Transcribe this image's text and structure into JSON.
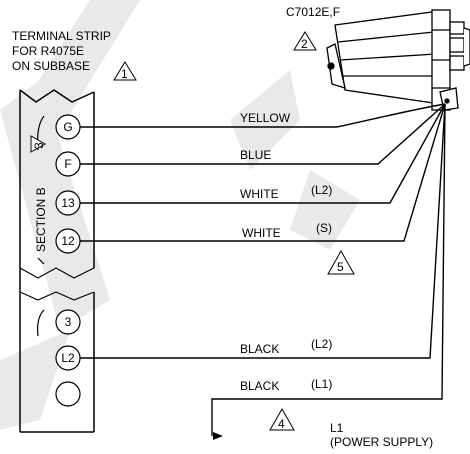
{
  "strip_title": [
    "TERMINAL STRIP",
    "FOR R4075E",
    "ON SUBBASE"
  ],
  "device_label": "C7012E,F",
  "section_label": "SECTION B",
  "notes": {
    "n1": "1",
    "n2": "2",
    "n3": "3",
    "n4": "4",
    "n5": "5"
  },
  "terminals": {
    "g": "G",
    "f": "F",
    "t13": "13",
    "t12": "12",
    "t3": "3",
    "l2": "L2",
    "blank": ""
  },
  "wires": {
    "yellow": {
      "color": "YELLOW",
      "tag": ""
    },
    "blue": {
      "color": "BLUE",
      "tag": ""
    },
    "white_l2": {
      "color": "WHITE",
      "tag": "(L2)"
    },
    "white_s": {
      "color": "WHITE",
      "tag": "(S)"
    },
    "black_l2": {
      "color": "BLACK",
      "tag": "(L2)"
    },
    "black_l1": {
      "color": "BLACK",
      "tag": "(L1)"
    }
  },
  "power": [
    "L1",
    "(POWER SUPPLY)"
  ]
}
